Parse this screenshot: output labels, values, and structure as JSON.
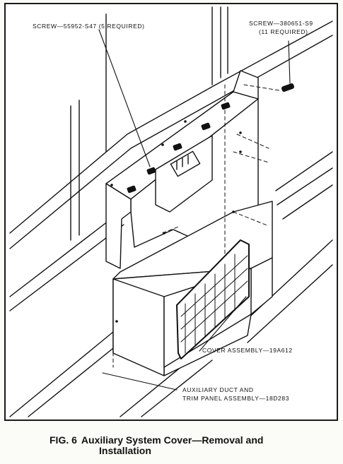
{
  "labels": {
    "screw_left": "SCREW—55952-S47 (5 REQUIRED)",
    "screw_right_line1": "SCREW—380651-S9",
    "screw_right_line2": "(11 REQUIRED)",
    "cover_assembly": "COVER ASSEMBLY—19A612",
    "aux_duct_line1": "AUXILIARY DUCT AND",
    "aux_duct_line2": "TRIM PANEL ASSEMBLY—18D283"
  },
  "caption": {
    "figure_number": "FIG. 6",
    "title_line1": "Auxiliary System Cover—Removal and",
    "title_line2": "Installation"
  },
  "style": {
    "line_color": "#111111",
    "background": "#ffffff"
  }
}
